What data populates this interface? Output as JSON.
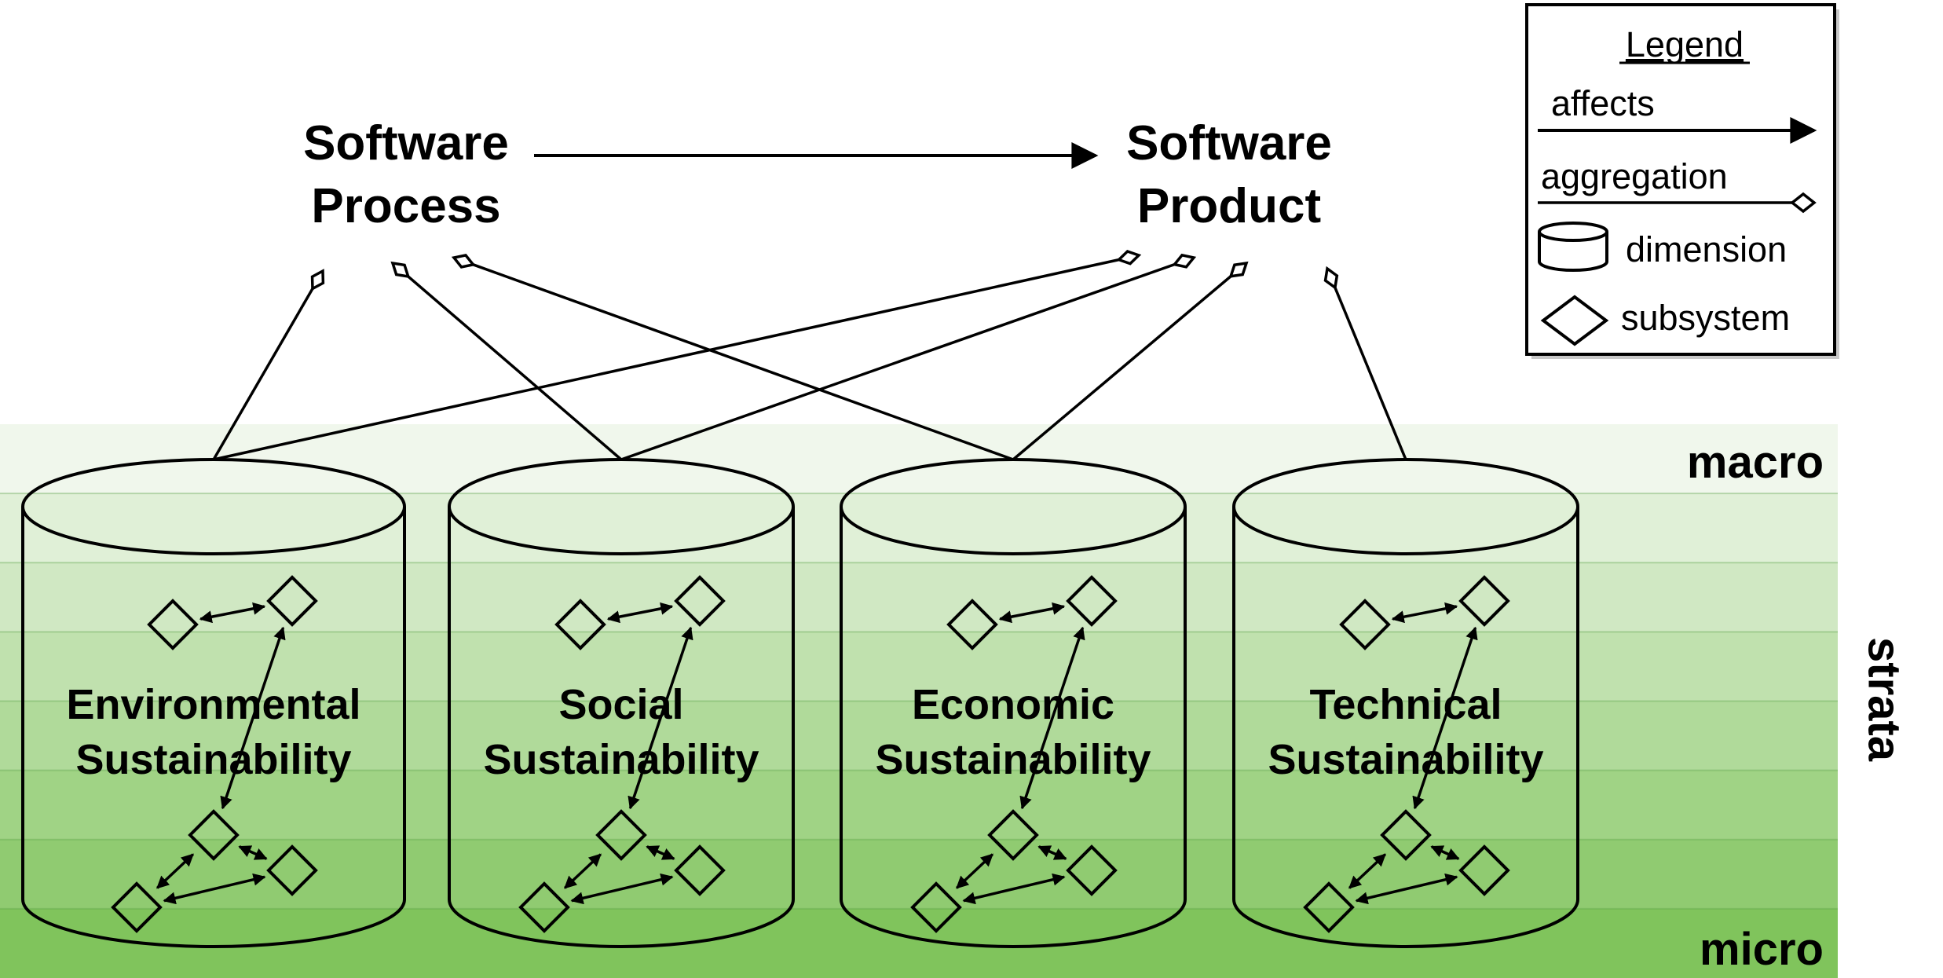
{
  "top": {
    "process": [
      "Software",
      "Process"
    ],
    "product": [
      "Software",
      "Product"
    ]
  },
  "dimensions": [
    {
      "line1": "Environmental",
      "line2": "Sustainability"
    },
    {
      "line1": "Social",
      "line2": "Sustainability"
    },
    {
      "line1": "Economic",
      "line2": "Sustainability"
    },
    {
      "line1": "Technical",
      "line2": "Sustainability"
    }
  ],
  "strata": {
    "macro": "macro",
    "micro": "micro",
    "axis": "strata"
  },
  "legend": {
    "title": "Legend",
    "affects": "affects",
    "aggregation": "aggregation",
    "dimension": "dimension",
    "subsystem": "subsystem"
  },
  "colors": {
    "band_light": "#f0f7ec",
    "band_dark": "#80c45c",
    "line": "#000000"
  }
}
